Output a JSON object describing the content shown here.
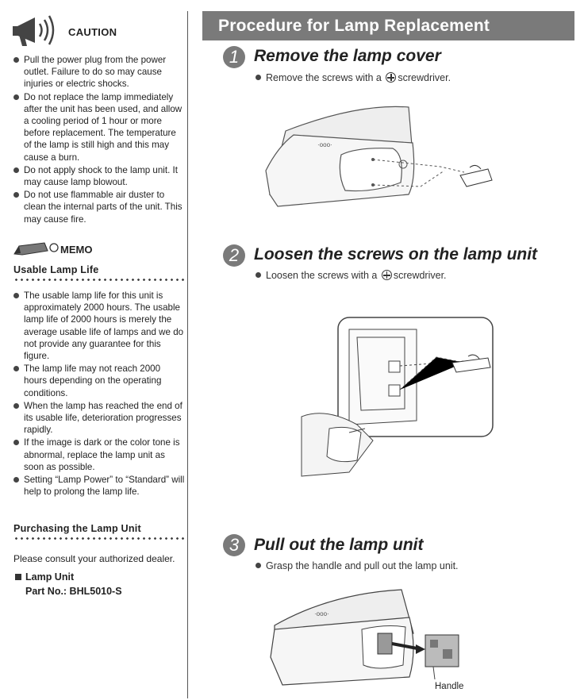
{
  "caution": {
    "title": "CAUTION",
    "items": [
      "Pull the power plug from the power outlet. Failure to do so may cause injuries or electric shocks.",
      "Do not replace the lamp immediately after the unit has been used, and allow a cooling period of 1 hour or more before replacement. The temperature of the lamp is still high and this may cause a burn.",
      "Do not apply shock to the lamp unit. It may cause lamp blowout.",
      "Do not use flammable air duster to clean the internal parts of the unit. This may cause fire."
    ]
  },
  "memo": {
    "title": "MEMO",
    "lamp_life_heading": "Usable Lamp Life",
    "items": [
      "The usable lamp life for this unit is approximately 2000 hours. The usable lamp life of 2000 hours is merely the average usable life of lamps and we do not provide any guarantee for this figure.",
      "The lamp life may not reach 2000 hours depending on the operating conditions.",
      "When the lamp has reached the end of its usable life, deterioration progresses rapidly.",
      "If the image is dark or the color tone is abnormal, replace the lamp unit as soon as possible.",
      "Setting “Lamp Power” to “Standard” will help to prolong the lamp life."
    ],
    "purchase_heading": "Purchasing the Lamp Unit",
    "purchase_text": "Please consult your authorized dealer.",
    "part_label": "Lamp Unit",
    "part_number": "Part No.: BHL5010-S"
  },
  "procedure": {
    "banner": "Procedure for Lamp Replacement",
    "steps": [
      {
        "number": "1",
        "title": "Remove the lamp cover",
        "desc_before": "Remove the screws with a",
        "desc_after": "screwdriver."
      },
      {
        "number": "2",
        "title": "Loosen the screws on the lamp unit",
        "desc_before": "Loosen the screws with a",
        "desc_after": "screwdriver."
      },
      {
        "number": "3",
        "title": "Pull out the lamp unit",
        "desc_before": "Grasp the handle and pull out the lamp unit.",
        "desc_after": ""
      }
    ],
    "handle_label": "Handle"
  }
}
